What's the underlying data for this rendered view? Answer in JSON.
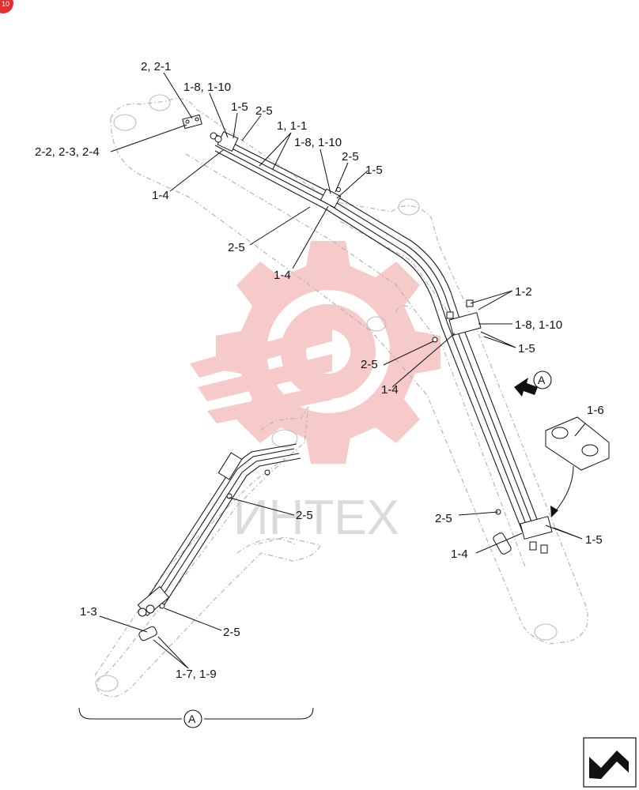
{
  "corner_badge": "10",
  "watermark": {
    "text": "ИНТЕХ",
    "color": "#f4a8a8"
  },
  "view_marker": "A",
  "view_bracket_label": "A",
  "callouts": [
    {
      "id": "c01",
      "text": "2, 2-1"
    },
    {
      "id": "c02",
      "text": "1-8, 1-10"
    },
    {
      "id": "c03",
      "text": "1-5"
    },
    {
      "id": "c04",
      "text": "2-5"
    },
    {
      "id": "c05",
      "text": "1, 1-1"
    },
    {
      "id": "c06",
      "text": "2-2, 2-3, 2-4"
    },
    {
      "id": "c07",
      "text": "1-8, 1-10"
    },
    {
      "id": "c08",
      "text": "2-5"
    },
    {
      "id": "c09",
      "text": "1-5"
    },
    {
      "id": "c10",
      "text": "1-4"
    },
    {
      "id": "c11",
      "text": "2-5"
    },
    {
      "id": "c12",
      "text": "1-4"
    },
    {
      "id": "c13",
      "text": "1-2"
    },
    {
      "id": "c14",
      "text": "1-8, 1-10"
    },
    {
      "id": "c15",
      "text": "1-5"
    },
    {
      "id": "c16",
      "text": "2-5"
    },
    {
      "id": "c17",
      "text": "1-4"
    },
    {
      "id": "c18",
      "text": "1-6"
    },
    {
      "id": "c19",
      "text": "2-5"
    },
    {
      "id": "c20",
      "text": "2-5"
    },
    {
      "id": "c21",
      "text": "1-5"
    },
    {
      "id": "c22",
      "text": "1-4"
    },
    {
      "id": "c23",
      "text": "1-3"
    },
    {
      "id": "c24",
      "text": "2-5"
    },
    {
      "id": "c25",
      "text": "1-7, 1-9"
    }
  ]
}
